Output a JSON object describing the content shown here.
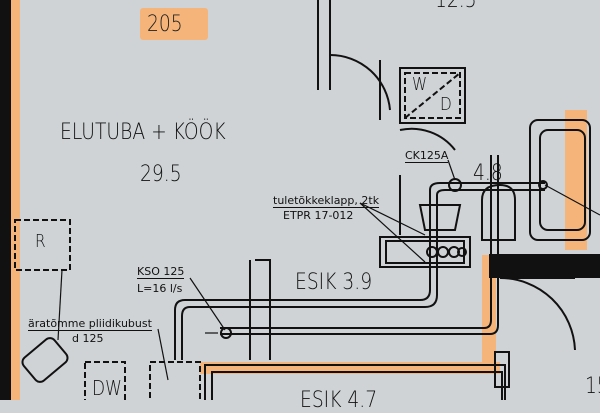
{
  "room_number": "205",
  "rooms": {
    "top_area": "12.5",
    "living": {
      "name": "ELUTUBA + KÖÖK",
      "area": "29.5"
    },
    "wc_area": "4.8",
    "hall_1": "ESIK 3.9",
    "hall_2": "ESIK 4.7",
    "right_area": "15"
  },
  "appliances": {
    "washer_w": "W",
    "washer_d": "D",
    "fridge": "R",
    "dishwasher": "DW"
  },
  "annotations": {
    "ck": "CK125A",
    "fire_damper": "tuletõkkeklapp, 2tk",
    "fire_damper_code": "ETPR 17-012",
    "kso": "KSO 125",
    "flow": "L=16 l/s",
    "hood_exhaust": "äratõmme pliidikubust",
    "hood_diameter": "d 125"
  },
  "colors": {
    "paper": "#cfd3d6",
    "highlight": "#f5b57a",
    "line": "#111111"
  }
}
